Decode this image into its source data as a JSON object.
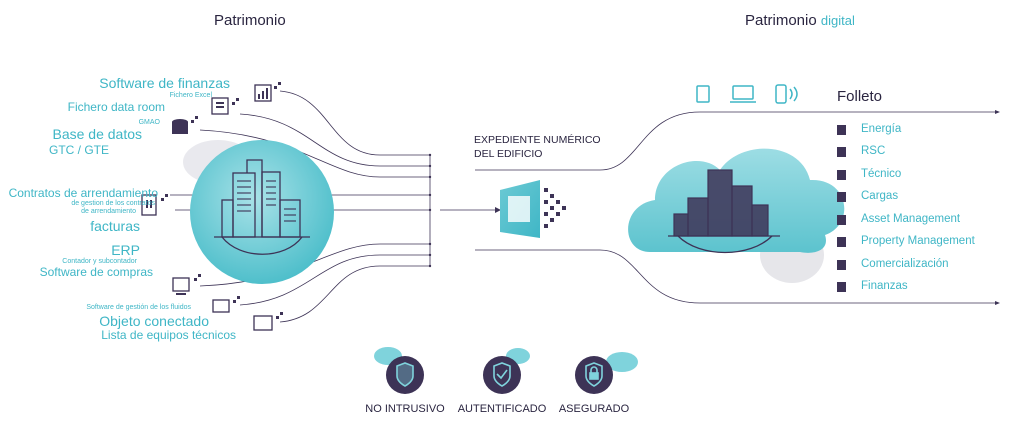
{
  "left_title": "Patrimonio",
  "right_title": {
    "main": "Patrimonio",
    "accent": "digital"
  },
  "sources": {
    "software_finanzas": "Software de finanzas",
    "fichero_excel": "Fichero Excel",
    "fichero_data_room": "Fichero data room",
    "gmao": "GMAO",
    "base_de_datos": "Base de datos",
    "gtc_gte": "GTC / GTE",
    "contratos": "Contratos de arrendamiento",
    "gestion_contratos_1": "de gestion de los contratos",
    "gestion_contratos_2": "de arrendamiento",
    "facturas": "facturas",
    "erp": "ERP",
    "contador": "Contador y subcontador",
    "software_compras": "Software de compras",
    "gestion_fluidos": "Software de gestión de los fluidos",
    "objeto_conectado": "Objeto conectado",
    "lista_equipos": "Lista de equipos técnicos"
  },
  "center_label": {
    "line1": "EXPEDIENTE NUMÉRICO",
    "line2": "DEL EDIFICIO"
  },
  "folleto": {
    "title": "Folleto",
    "items": [
      "Energía",
      "RSC",
      "Técnico",
      "Cargas",
      "Asset Management",
      "Property Management",
      "Comercialización",
      "Finanzas"
    ]
  },
  "badges": [
    {
      "label": "NO INTRUSIVO",
      "icon": "shield-icon"
    },
    {
      "label": "AUTENTIFICADO",
      "icon": "shield-check-icon"
    },
    {
      "label": "ASEGURADO",
      "icon": "shield-lock-icon"
    }
  ],
  "colors": {
    "teal": "#3fb6c6",
    "light_teal": "#7fd3dc",
    "dark": "#3d3356",
    "line": "#3d3356"
  }
}
